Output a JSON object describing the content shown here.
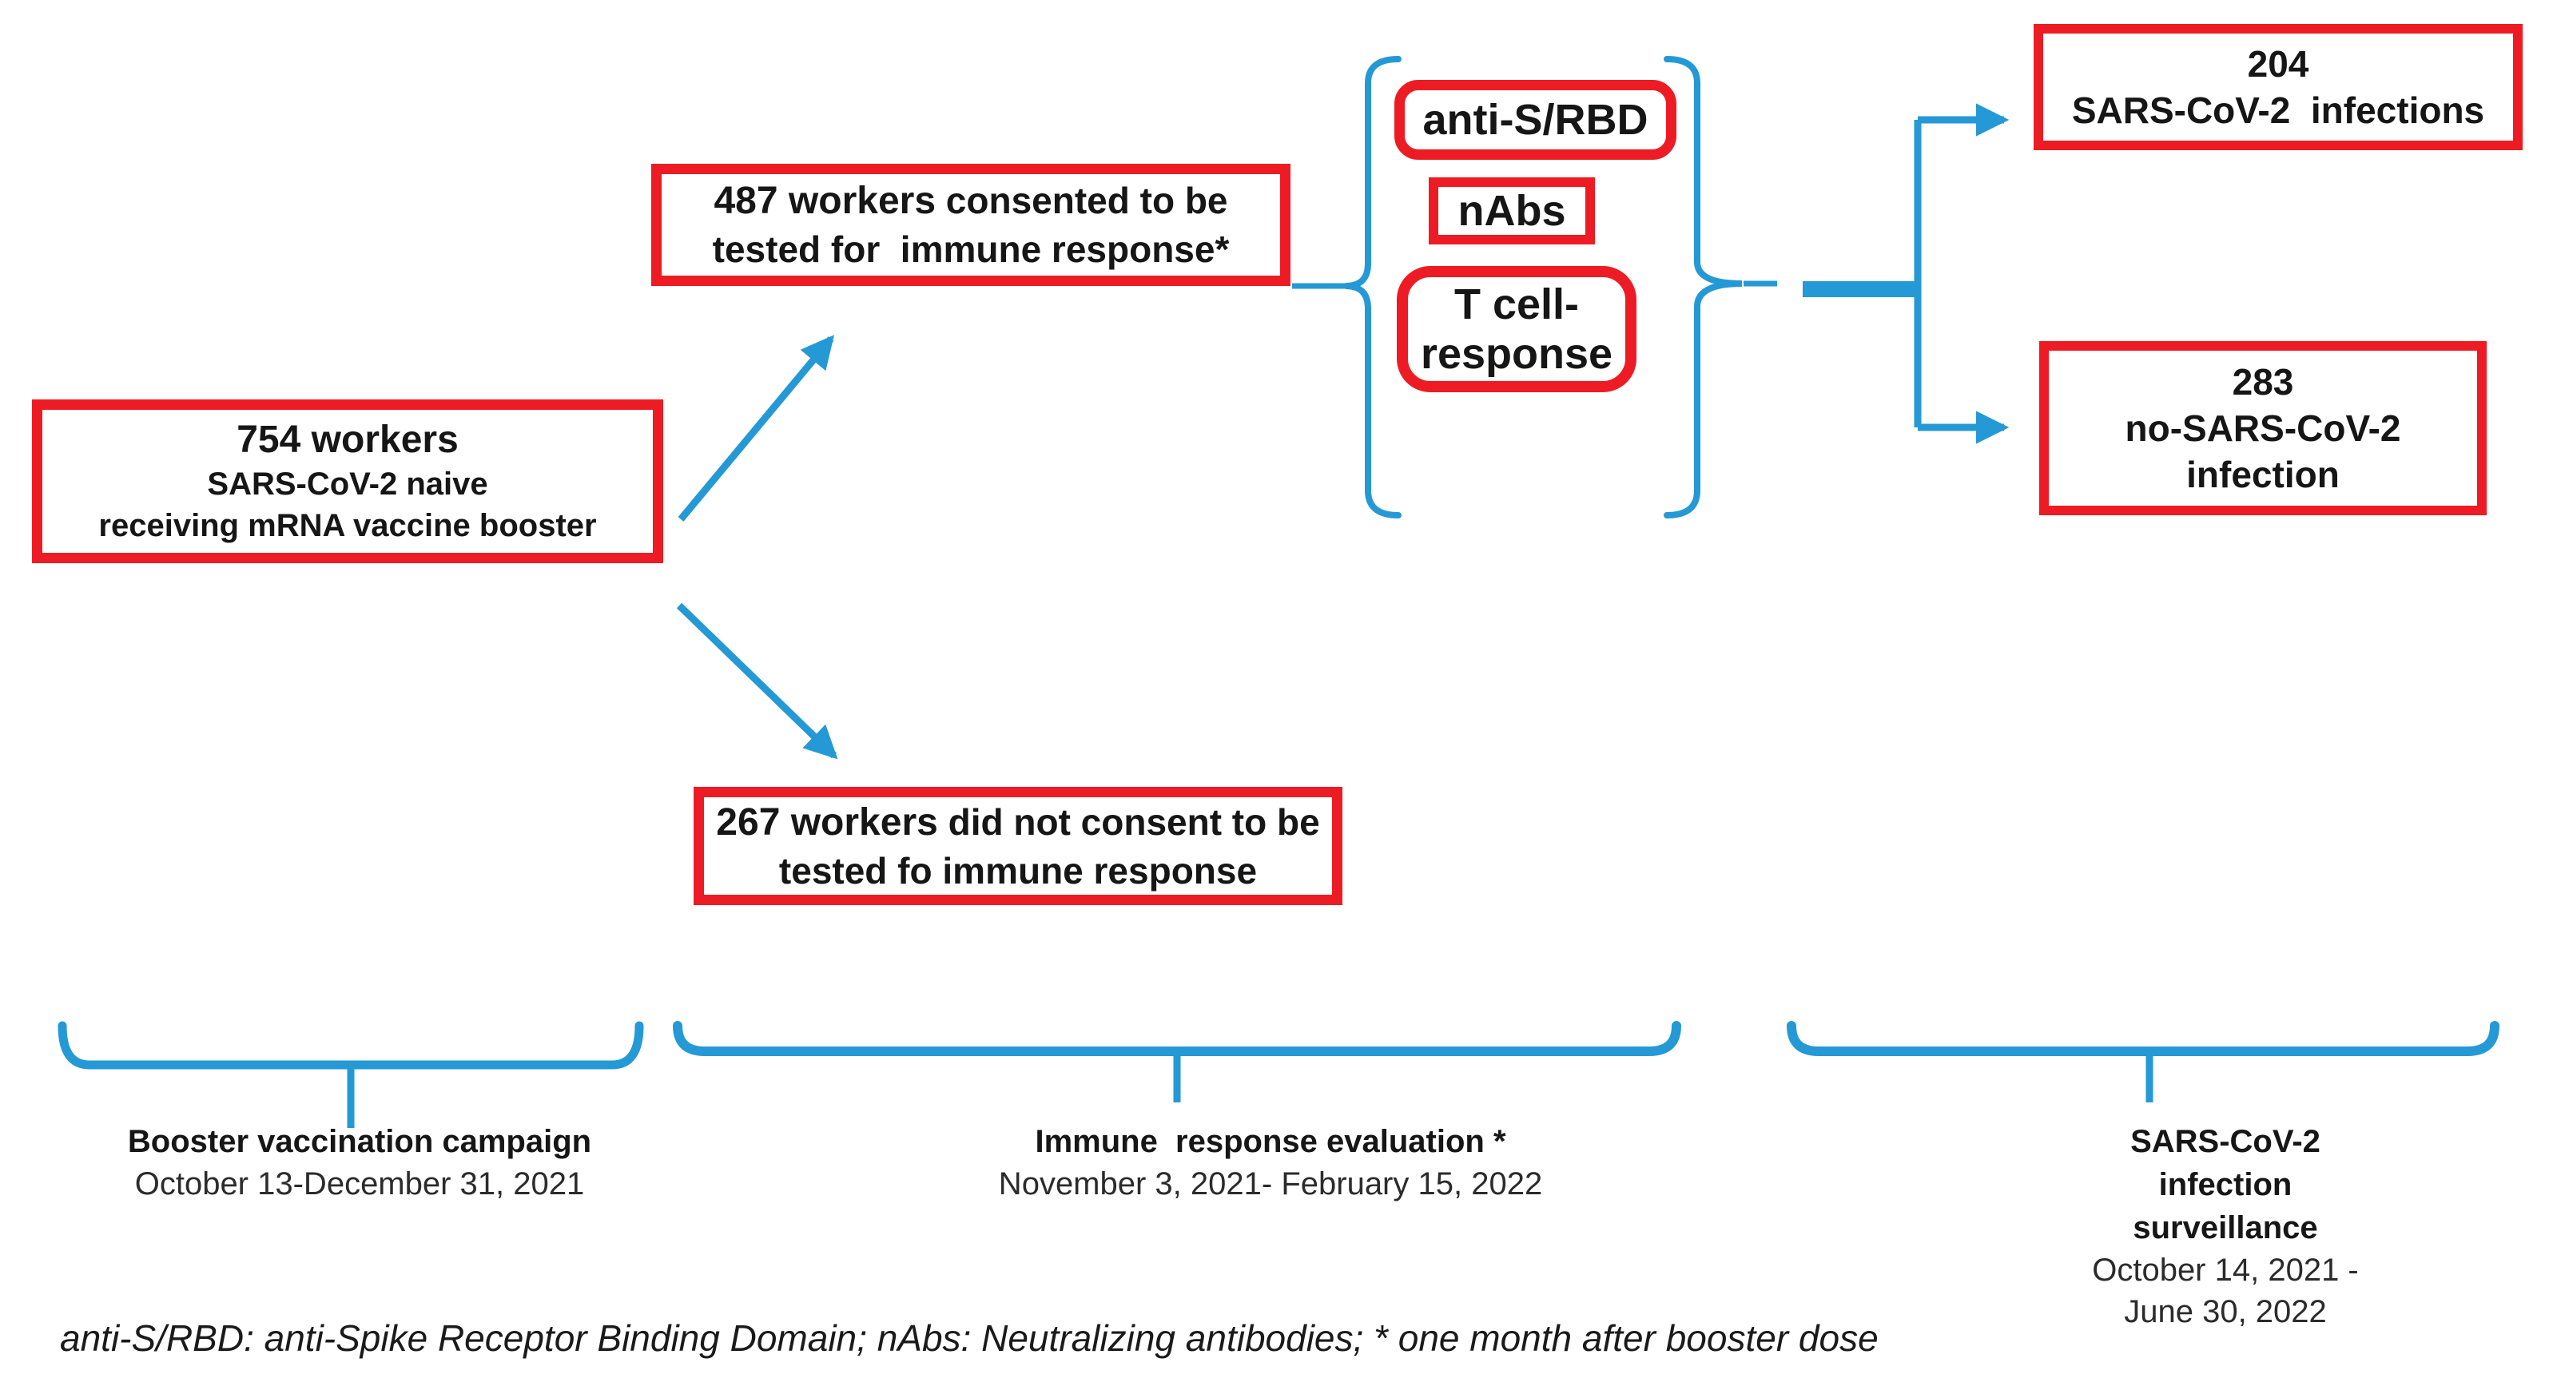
{
  "palette": {
    "red": "#ED1C24",
    "blue": "#2499D6",
    "text": "#161616"
  },
  "flow": {
    "enrolled": {
      "count_line": "754 workers",
      "line2": "SARS-CoV-2 naive",
      "line3": "receiving mRNA vaccine booster"
    },
    "consented": {
      "strong": "487 workers",
      "rest": " consented to be",
      "line2": "tested for  immune response*"
    },
    "not_consented": {
      "strong": "267 workers",
      "rest": " did not consent to be",
      "line2": "tested fo immune response"
    },
    "assays": {
      "anti_s_rbd": "anti-S/RBD",
      "nabs": "nAbs",
      "tcell_line1": "T cell-",
      "tcell_line2": "response"
    },
    "outcomes": {
      "infected": {
        "count": "204",
        "label": "SARS-CoV-2  infections"
      },
      "not_infected": {
        "count": "283",
        "label_line1": "no-SARS-CoV-2",
        "label_line2": "infection"
      }
    }
  },
  "timeline": [
    {
      "title": "Booster vaccination campaign",
      "dates": "October 13-December 31, 2021"
    },
    {
      "title": "Immune  response evaluation *",
      "dates": "November 3, 2021- February 15, 2022"
    },
    {
      "title": "SARS-CoV-2 infection surveillance",
      "dates": "October 14, 2021 -  June 30, 2022"
    }
  ],
  "footnote": "anti-S/RBD: anti-Spike Receptor Binding Domain; nAbs: Neutralizing antibodies; * one month after booster dose"
}
